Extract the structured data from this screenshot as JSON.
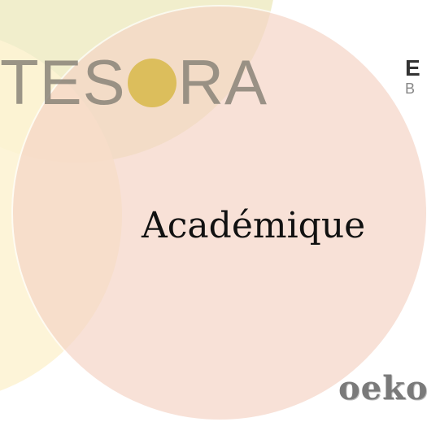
{
  "diagram": {
    "circles": [
      {
        "name": "top-circle",
        "color": "#f0ecc6"
      },
      {
        "name": "left-circle",
        "color": "#fdf3d4"
      },
      {
        "name": "center-circle",
        "color": "#f7ddd2",
        "label": "Académique"
      }
    ]
  },
  "logos": {
    "tesora": {
      "prefix": "TES",
      "suffix": "RA",
      "dot_color": "#d9b94a"
    },
    "eb": {
      "line1": "E",
      "line2": "B"
    },
    "oeko": {
      "text": "oeko"
    }
  }
}
